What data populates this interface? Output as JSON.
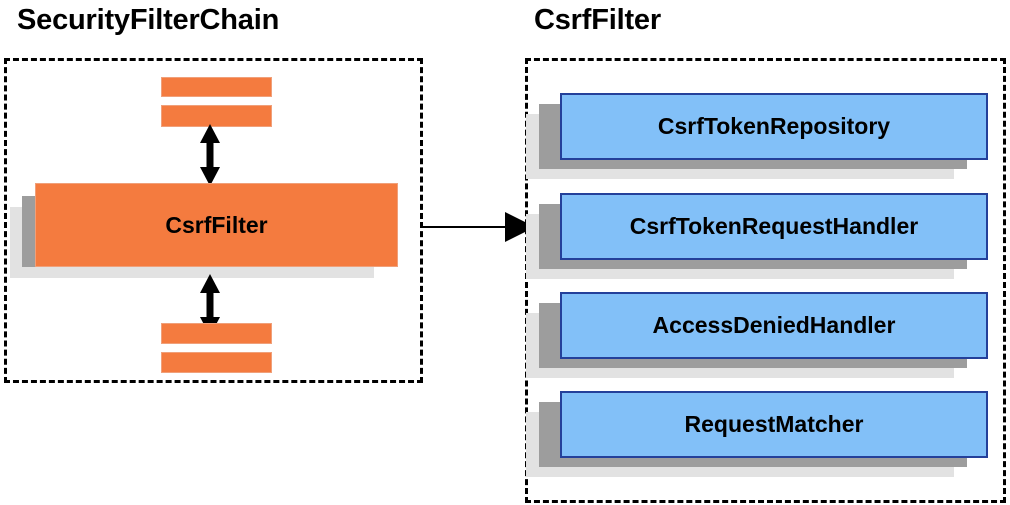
{
  "diagram": {
    "type": "component-dependency-diagram",
    "left_panel": {
      "title": "SecurityFilterChain",
      "container_name": "security-filter-chain-group",
      "highlighted_filter": {
        "label": "CsrfFilter",
        "fill_color": "#f47b3f",
        "border_color": "#f0a07a"
      },
      "neighbor_stubs": {
        "above_count": 2,
        "below_count": 2,
        "fill_color": "#f47b3f",
        "description": "truncated sibling filters above and below CsrfFilter in the chain"
      },
      "connectors": [
        {
          "name": "arrow-up-chain",
          "direction": "bidirectional-vertical"
        },
        {
          "name": "arrow-down-chain",
          "direction": "bidirectional-vertical"
        }
      ]
    },
    "bridge_arrow": {
      "name": "arrow-to-detail",
      "direction": "left-to-right",
      "from": "CsrfFilter",
      "to": "CsrfFilter detail panel"
    },
    "right_panel": {
      "title": "CsrfFilter",
      "container_name": "csrf-filter-detail-group",
      "dependency_fill_color": "#82c0f8",
      "dependency_border_color": "#24409a",
      "dependencies": [
        {
          "label": "CsrfTokenRepository"
        },
        {
          "label": "CsrfTokenRequestHandler"
        },
        {
          "label": "AccessDeniedHandler"
        },
        {
          "label": "RequestMatcher"
        }
      ]
    },
    "style": {
      "group_border": "#000000",
      "group_border_style": "dashed",
      "shadow_near": "#9d9d9d",
      "shadow_far": "#e2e2e2",
      "background": "#ffffff",
      "text_color": "#000000"
    }
  }
}
